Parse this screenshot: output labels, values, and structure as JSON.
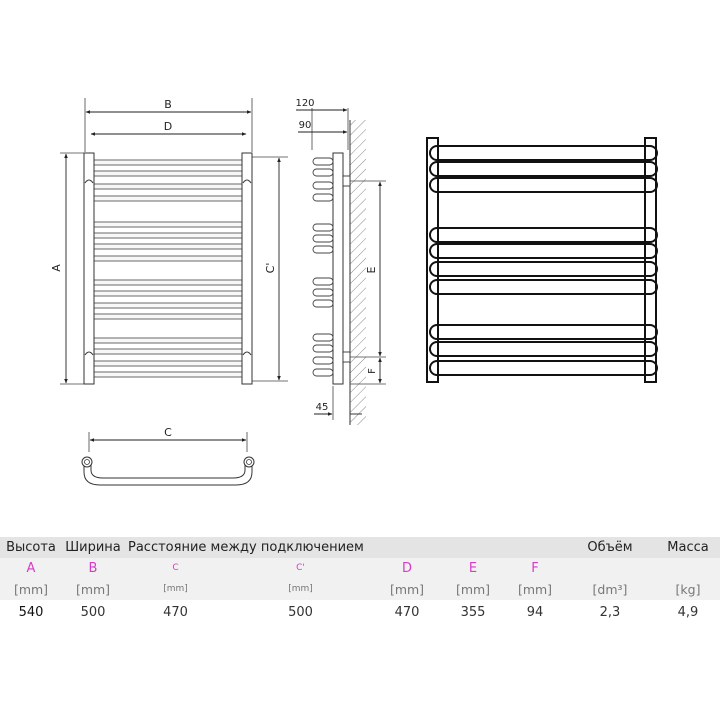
{
  "drawing": {
    "dimension_labels": {
      "width_outer": "B",
      "width_inner": "D",
      "height": "A",
      "connection_height": "C'",
      "depth_total": "120",
      "depth_inner": "90",
      "connection_spacing": "E",
      "lower_offset": "F",
      "wall_offset": "45",
      "connection_distance": "C"
    }
  },
  "table": {
    "headers": {
      "height": "Высота",
      "width": "Ширина",
      "connection_spacing": "Расстояние между подключением",
      "volume": "Объём",
      "mass": "Масса"
    },
    "letters": [
      "A",
      "B",
      "C",
      "C'",
      "D",
      "E",
      "F"
    ],
    "units": [
      "[mm]",
      "[mm]",
      "[mm]",
      "[mm]",
      "[mm]",
      "[mm]",
      "[mm]",
      "[dm³]",
      "[kg]"
    ],
    "values": [
      "540",
      "500",
      "470",
      "500",
      "470",
      "355",
      "94",
      "2,3",
      "4,9"
    ],
    "letter_color": "#d63cc7"
  }
}
